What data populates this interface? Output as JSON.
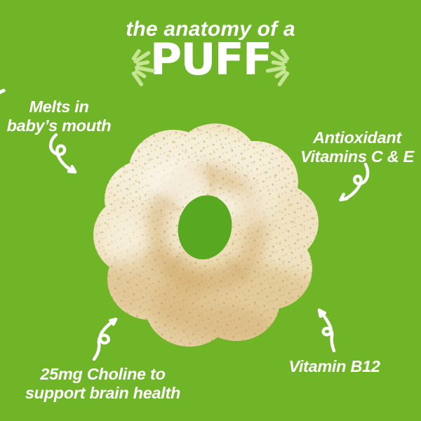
{
  "header": {
    "subtitle": "the anatomy of a",
    "title": "PUFF"
  },
  "callouts": [
    {
      "id": "melts",
      "label": "Melts in\nbaby’s mouth"
    },
    {
      "id": "antioxidant",
      "label": "Antioxidant\nVitamins C & E"
    },
    {
      "id": "choline",
      "label": "25mg Choline to\nsupport brain health"
    },
    {
      "id": "b12",
      "label": "Vitamin B12"
    }
  ],
  "image": {
    "subject": "ring-shaped baby corn puff snack photo cutout"
  },
  "icons": {
    "burst_left": "burst-left-icon",
    "burst_right": "burst-right-icon",
    "arrow": "curved-loop-arrow-icon"
  },
  "colors": {
    "background": "#6fb527",
    "text": "#ffffff",
    "burst": "#c6e593",
    "hole_green": "#58a921",
    "puff_base": "#eee0bc",
    "puff_highlight": "#f7f1de",
    "puff_golden": "#d9b97f",
    "puff_speckle": "#b8914a"
  }
}
